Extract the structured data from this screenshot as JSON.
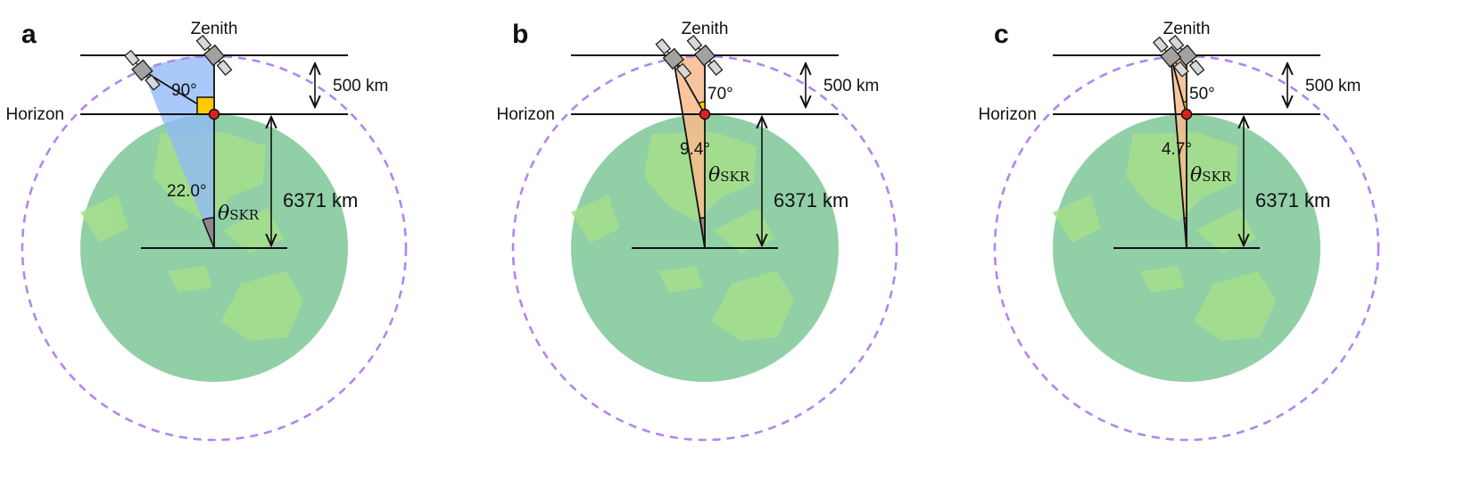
{
  "colors": {
    "earth": "#91cfa6",
    "land": "#a6e08c",
    "orbit": "#b285f0",
    "sector_wide": "#8fb8f7",
    "sector_narrow": "#f7bb8d",
    "skr_wide": "#8f8592",
    "skr_narrow": "#a98572",
    "right_angle": "#ffcc00",
    "ground_station": "#e02020"
  },
  "panels": [
    {
      "letter": "a",
      "zenith_label": "Zenith",
      "horizon_label": "Horizon",
      "altitude_label": "500 km",
      "radius_label": "6371 km",
      "elevation_label": "90°",
      "skr_angle_label": "22.0°",
      "theta_symbol": "θ",
      "theta_sub": "SKR",
      "elevation_marker": "right-angle square",
      "sector": "blue",
      "elevation_deg": 90,
      "skr_angle_deg": 22.0
    },
    {
      "letter": "b",
      "zenith_label": "Zenith",
      "horizon_label": "Horizon",
      "altitude_label": "500 km",
      "radius_label": "6371 km",
      "elevation_label": "70°",
      "skr_angle_label": "9.4°",
      "theta_symbol": "θ",
      "theta_sub": "SKR",
      "elevation_marker": "arc",
      "sector": "orange",
      "elevation_deg": 70,
      "skr_angle_deg": 9.4
    },
    {
      "letter": "c",
      "zenith_label": "Zenith",
      "horizon_label": "Horizon",
      "altitude_label": "500 km",
      "radius_label": "6371 km",
      "elevation_label": "50°",
      "skr_angle_label": "4.7°",
      "theta_symbol": "θ",
      "theta_sub": "SKR",
      "elevation_marker": "arc",
      "sector": "orange",
      "elevation_deg": 50,
      "skr_angle_deg": 4.7
    }
  ]
}
